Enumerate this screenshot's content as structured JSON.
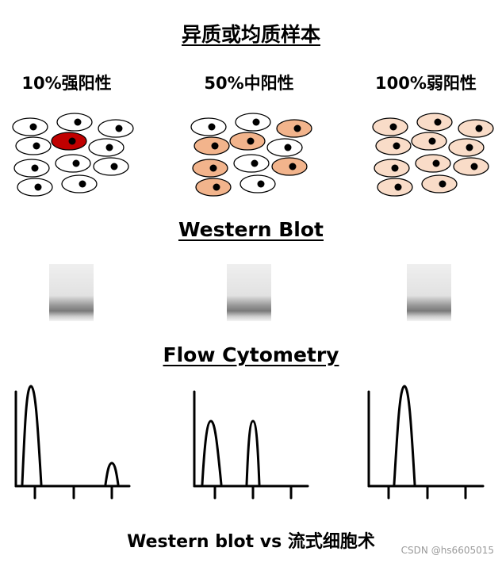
{
  "headings": {
    "main": "异质或均质样本",
    "western_blot": "Western Blot",
    "flow_cytometry": "Flow Cytometry"
  },
  "samples": [
    {
      "label": "10%强阳性"
    },
    {
      "label": "50%中阳性"
    },
    {
      "label": "100%弱阳性"
    }
  ],
  "cell_colors": {
    "negative": "#ffffff",
    "strong": "#c00000",
    "medium": "#f2b48c",
    "weak": "#f9dcc8"
  },
  "footer": "Western blot vs 流式细胞术",
  "watermark": "CSDN @hs6605015"
}
